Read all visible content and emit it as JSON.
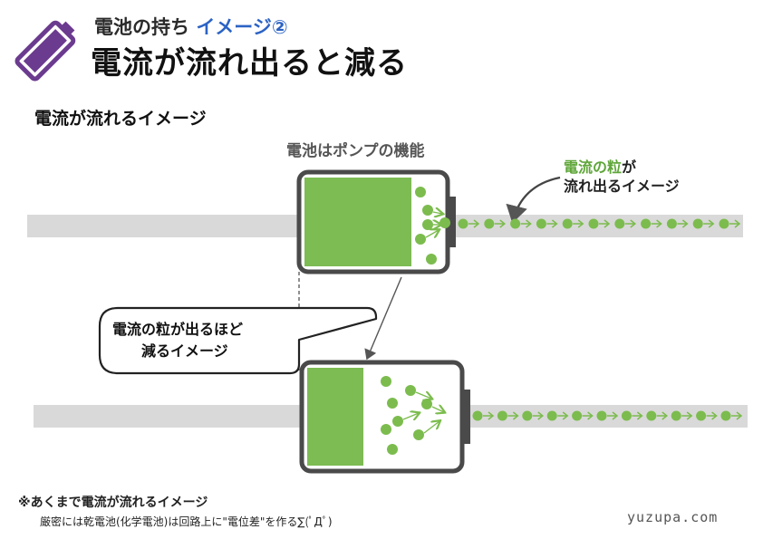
{
  "header": {
    "subtitle_prefix": "電池の持ち",
    "subtitle_accent": "イメージ②",
    "title": "電流が流れ出ると減る"
  },
  "section_title": "電流が流れるイメージ",
  "pump_label": "電池はポンプの機能",
  "annotation": {
    "green_part": "電流の粒",
    "line1_rest": "が",
    "line2": "流れ出るイメージ"
  },
  "bubble": {
    "line1": "電流の粒が出るほど",
    "line2": "減るイメージ"
  },
  "notes": {
    "line1": "※あくまで電流が流れるイメージ",
    "line2": "厳密には乾電池(化学電池)は回路上に\"電位差\"を作る∑(ﾟДﾟ)"
  },
  "site": "yuzupa.com",
  "colors": {
    "battery_green": "#7dbb53",
    "particle_green": "#7cbc4e",
    "battery_outline": "#4a4a4a",
    "wire_gray": "#d9d9d9",
    "accent_blue": "#2b63c4",
    "logo_purple": "#6b3b8f"
  },
  "diagram": {
    "top_battery_charge_level": 0.8,
    "bottom_battery_charge_level": 0.4
  }
}
